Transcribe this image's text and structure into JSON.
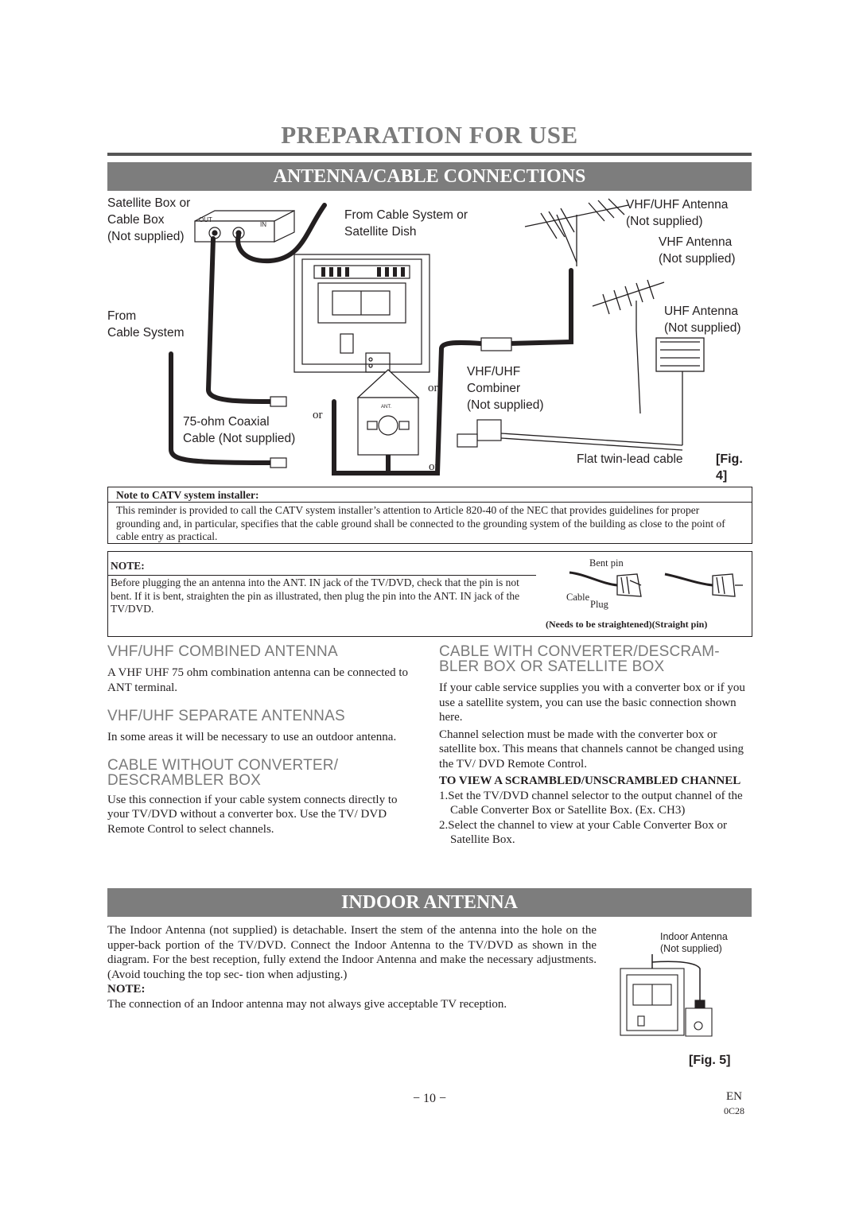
{
  "header": {
    "title": "PREPARATION FOR USE"
  },
  "antenna_section": {
    "bar_title": "ANTENNA/CABLE CONNECTIONS",
    "fig4": {
      "sat_box": [
        "Satellite Box or",
        "Cable Box",
        "(Not supplied)"
      ],
      "out_label": "OUT",
      "in_label": "IN",
      "from_cable_sat": [
        "From Cable System or",
        "Satellite Dish"
      ],
      "vhf_uhf_antenna": [
        "VHF/UHF Antenna",
        "(Not supplied)"
      ],
      "vhf_antenna": [
        "VHF Antenna",
        "(Not supplied)"
      ],
      "uhf_antenna": [
        "UHF Antenna",
        "(Not supplied)"
      ],
      "from_cable": [
        "From",
        "Cable System"
      ],
      "combiner": [
        "VHF/UHF",
        "Combiner",
        "(Not supplied)"
      ],
      "or_1": "or",
      "or_2": "or",
      "or_3": "or",
      "coaxial": [
        "75-ohm Coaxial",
        "Cable (Not supplied)"
      ],
      "ant_label": "ANT.",
      "twin_lead": "Flat twin-lead cable",
      "fig_label": "[Fig. 4]"
    },
    "catv_note": {
      "title": "Note to CATV system installer:",
      "body": "This reminder is provided to call the CATV system installer’s attention to Article 820-40 of the NEC that provides guidelines for proper grounding and, in particular, specifies that the cable ground shall be connected to the grounding system of the building as close to the point of cable entry as practical."
    },
    "pin_note": {
      "title": "NOTE:",
      "body": "Before plugging the an antenna into the ANT. IN jack of the TV/DVD, check that the pin is not bent. If it is bent, straighten the pin as illustrated, then plug the pin into the ANT. IN jack of the TV/DVD.",
      "bent_pin": "Bent pin",
      "cable": "Cable",
      "plug": "Plug",
      "caption": "(Needs to be straightened)(Straight pin)"
    }
  },
  "left_col": {
    "combined": {
      "heading": "VHF/UHF COMBINED ANTENNA",
      "body": "A VHF UHF 75 ohm combination antenna can be connected to ANT terminal."
    },
    "separate": {
      "heading": "VHF/UHF SEPARATE ANTENNAS",
      "body": "In some areas it will be necessary to use an outdoor antenna."
    },
    "no_converter": {
      "heading_1": "CABLE WITHOUT CONVERTER/",
      "heading_2": "DESCRAMBLER BOX",
      "body": "Use this connection if your cable system connects directly to your TV/DVD without a converter box. Use the TV/ DVD Remote Control to select channels."
    }
  },
  "right_col": {
    "heading_1": "CABLE WITH CONVERTER/DESCRAM-",
    "heading_2": "BLER BOX OR SATELLITE BOX",
    "para_1": "If your cable service supplies you with a converter box or if you use a satellite system, you can use the basic connection shown here.",
    "para_2": "Channel selection must be made with the converter box or satellite box. This means that channels cannot be changed using the TV/ DVD Remote Control.",
    "sub_heading": "TO VIEW A SCRAMBLED/UNSCRAMBLED CHANNEL",
    "steps": [
      "1.Set the TV/DVD channel selector to the output channel of the Cable Converter Box or Satellite Box. (Ex. CH3)",
      "2.Select the channel to view at your Cable Converter Box or Satellite Box."
    ]
  },
  "indoor_section": {
    "bar_title": "INDOOR ANTENNA",
    "body": "The Indoor Antenna (not supplied) is detachable. Insert the stem of the antenna into the hole on the upper-back portion of the TV/DVD. Connect the Indoor Antenna  to the TV/DVD as shown in the diagram. For the best reception, fully extend the Indoor Antenna and make the necessary adjustments. (Avoid touching the top sec- tion when adjusting.)",
    "note_title": "NOTE:",
    "note_body": "The connection of an Indoor antenna may not always give acceptable TV reception.",
    "fig5_label": [
      "Indoor Antenna",
      "(Not supplied)"
    ],
    "fig_label": "[Fig. 5]"
  },
  "footer": {
    "page_number": "− 10 −",
    "lang": "EN",
    "code": "0C28"
  }
}
